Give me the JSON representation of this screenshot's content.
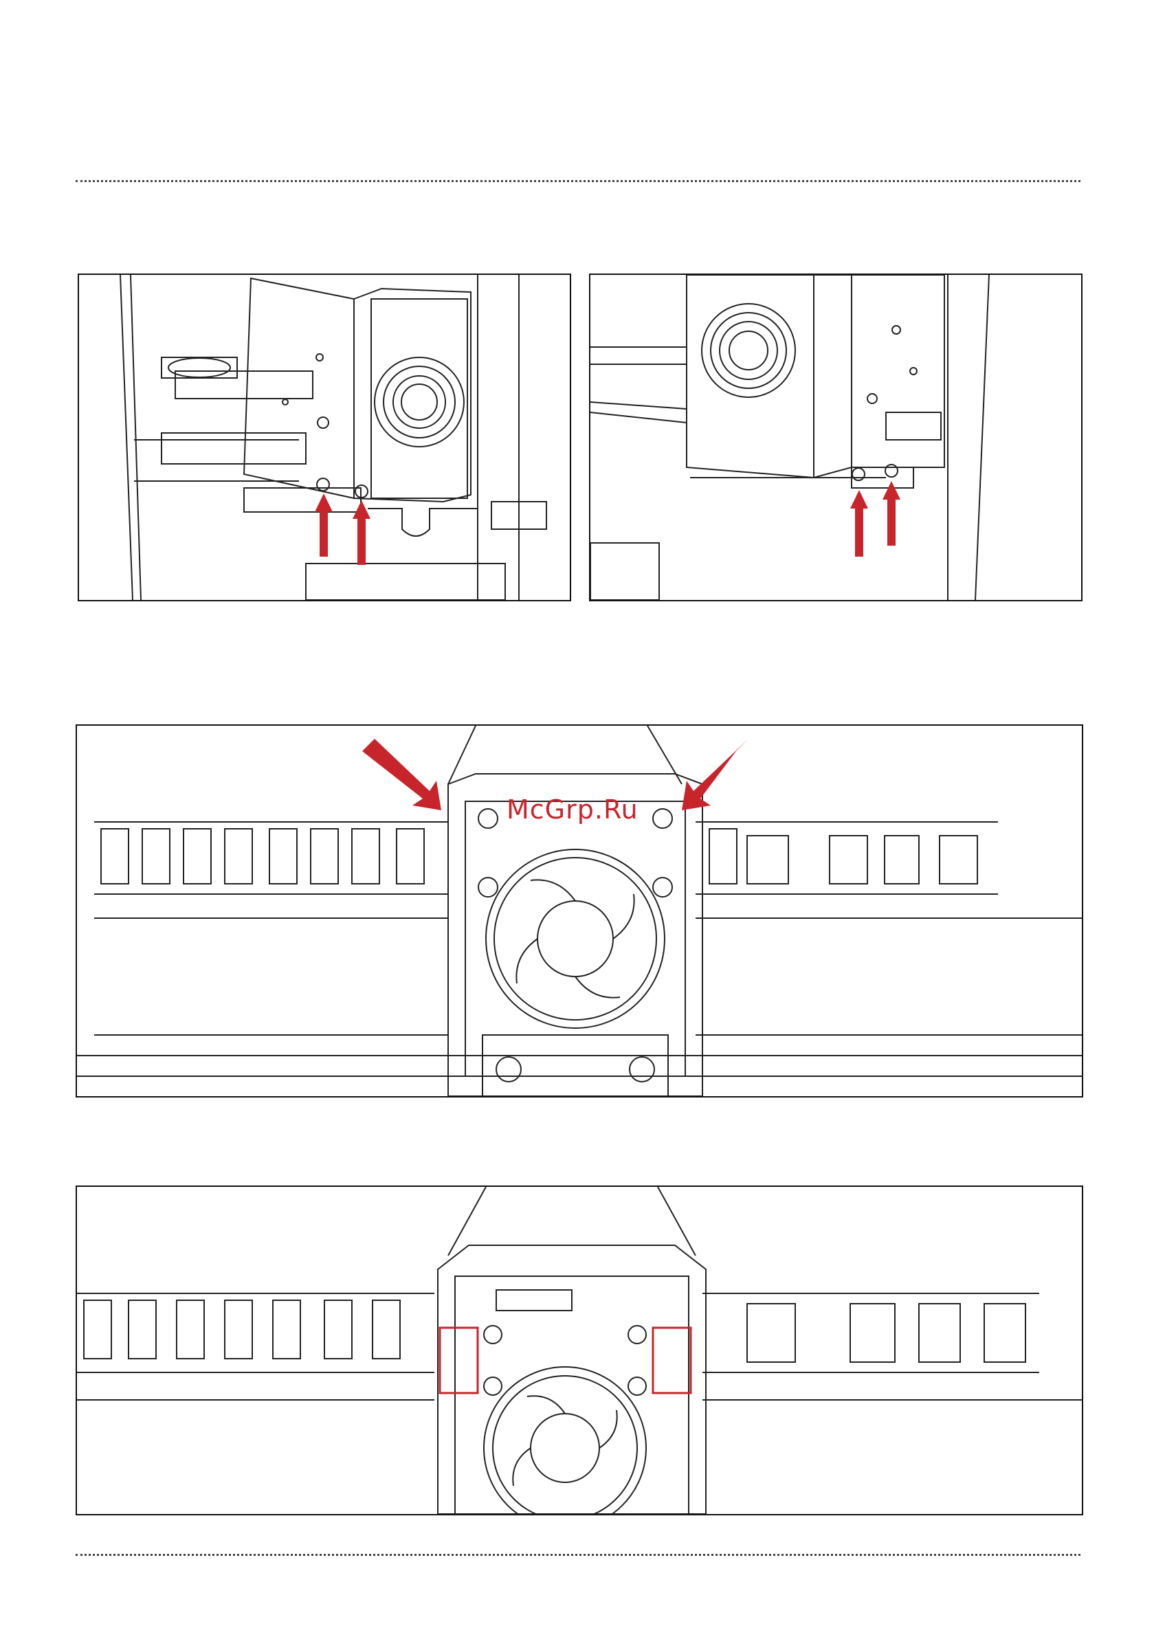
{
  "page": {
    "watermark": "McGrp.Ru"
  },
  "figures": {
    "fig1": {
      "subject": "extruder-side-left-view",
      "arrow_count": 2
    },
    "fig2": {
      "subject": "extruder-side-right-view",
      "arrow_count": 2
    },
    "fig3": {
      "subject": "extruder-front-view-with-arrows",
      "arrow_count": 2
    },
    "fig4": {
      "subject": "extruder-front-view-with-highlight-boxes",
      "highlight_count": 2
    }
  },
  "colors": {
    "accent": "#c8242b",
    "line": "#222222",
    "frame": "#111111"
  }
}
